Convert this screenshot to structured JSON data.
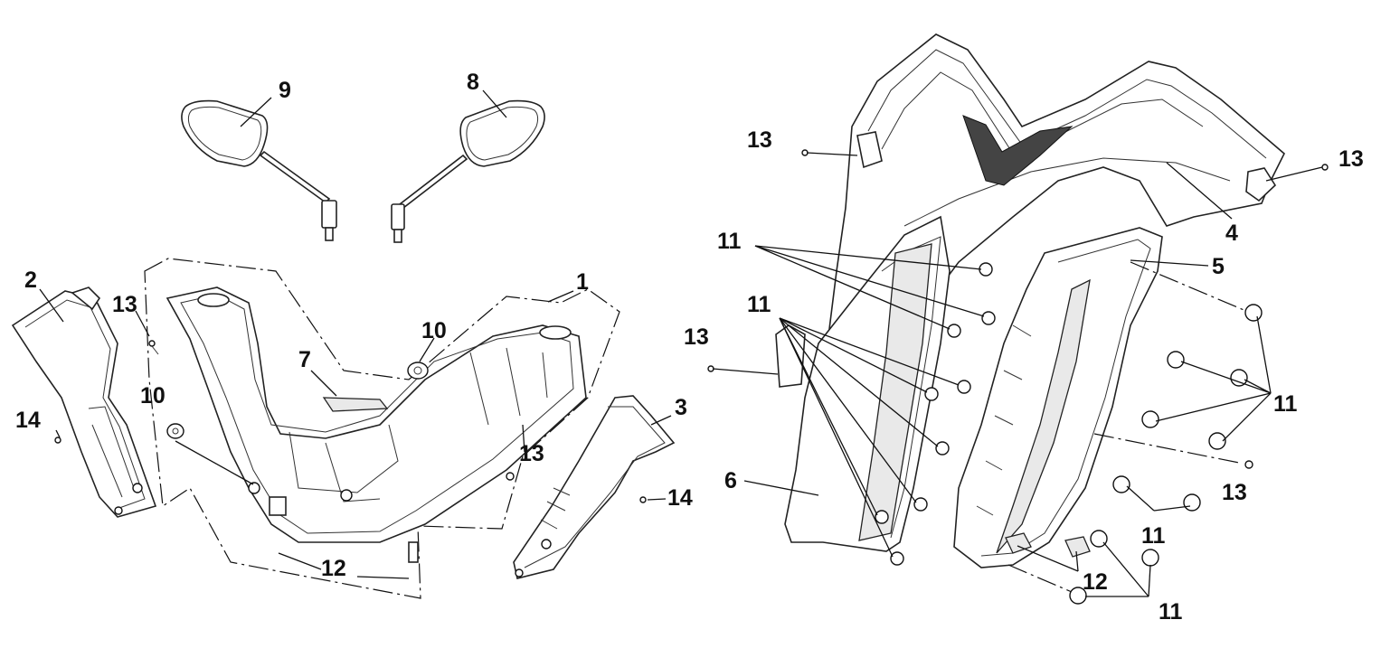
{
  "diagram": {
    "callouts": [
      {
        "id": "c9",
        "text": "9"
      },
      {
        "id": "c8",
        "text": "8"
      },
      {
        "id": "c2",
        "text": "2"
      },
      {
        "id": "c13a",
        "text": "13"
      },
      {
        "id": "c1",
        "text": "1"
      },
      {
        "id": "c10a",
        "text": "10"
      },
      {
        "id": "c7",
        "text": "7"
      },
      {
        "id": "c10b",
        "text": "10"
      },
      {
        "id": "c14a",
        "text": "14"
      },
      {
        "id": "c3",
        "text": "3"
      },
      {
        "id": "c13b",
        "text": "13"
      },
      {
        "id": "c14b",
        "text": "14"
      },
      {
        "id": "c12a",
        "text": "12"
      },
      {
        "id": "c13c",
        "text": "13"
      },
      {
        "id": "c13d",
        "text": "13"
      },
      {
        "id": "c4",
        "text": "4"
      },
      {
        "id": "c11a",
        "text": "11"
      },
      {
        "id": "c5",
        "text": "5"
      },
      {
        "id": "c11b",
        "text": "11"
      },
      {
        "id": "c13e",
        "text": "13"
      },
      {
        "id": "c11c",
        "text": "11"
      },
      {
        "id": "c6",
        "text": "6"
      },
      {
        "id": "c13f",
        "text": "13"
      },
      {
        "id": "c11d",
        "text": "11"
      },
      {
        "id": "c12b",
        "text": "12"
      },
      {
        "id": "c11e",
        "text": "11"
      }
    ]
  }
}
